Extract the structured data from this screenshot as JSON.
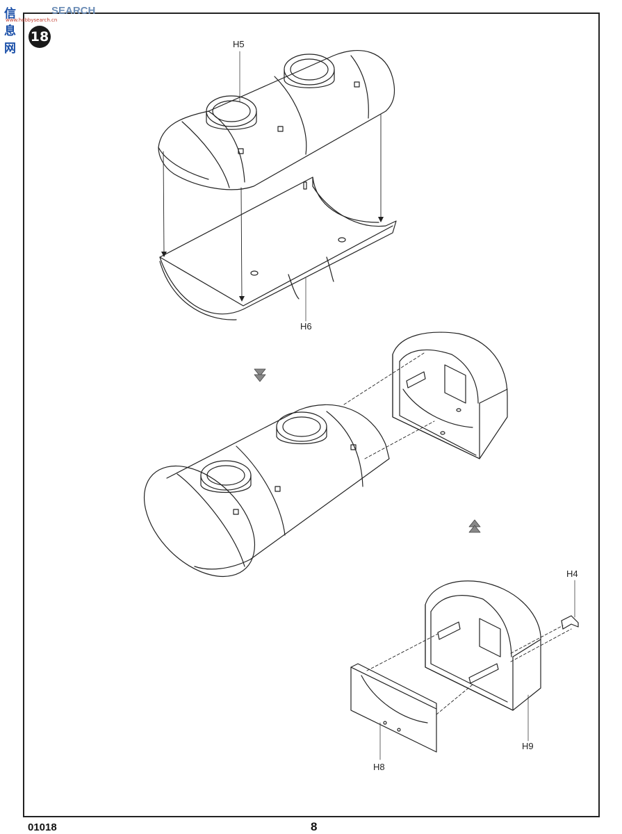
{
  "watermark": {
    "cn": "信息网",
    "en": "SEARCH",
    "url": "www.hobbysearch.cn"
  },
  "step": {
    "number": "18"
  },
  "parts": {
    "h5": "H5",
    "h6": "H6",
    "h4": "H4",
    "h8": "H8",
    "h9": "H9"
  },
  "footer": {
    "code": "01018",
    "page": "8"
  },
  "colors": {
    "line": "#222222",
    "badge": "#1a1a1a",
    "watermark_blue": "#1a4fa8"
  },
  "icons": {
    "step_badge": "step-number-circle",
    "flow_down": "triangle-down-arrow-icon",
    "flow_up": "triangle-up-arrow-icon"
  }
}
